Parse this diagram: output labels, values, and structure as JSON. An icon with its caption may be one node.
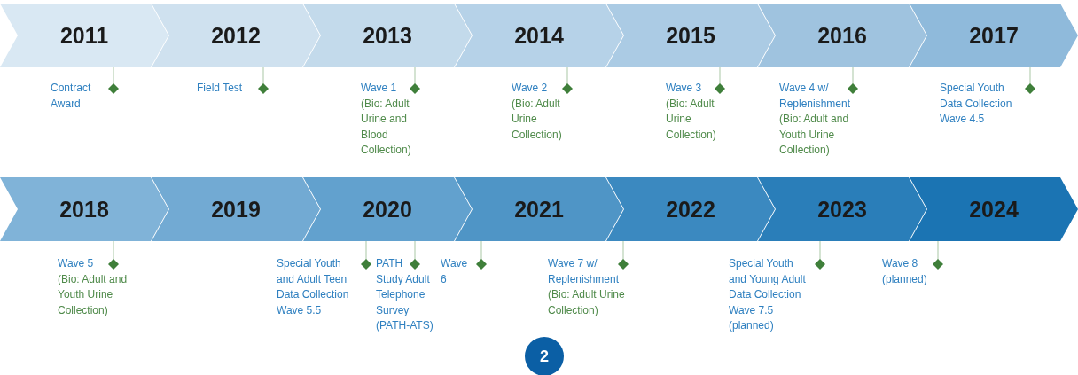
{
  "diagram": {
    "nodes": [
      {
        "text": [
          "2011"
        ]
      },
      {
        "text": [
          "2012"
        ]
      },
      {
        "text": [
          "2013"
        ]
      },
      {
        "text": [
          "2014"
        ]
      },
      {
        "text": [
          "2015"
        ]
      },
      {
        "text": [
          "2016"
        ]
      },
      {
        "text": [
          "2017"
        ]
      },
      {
        "text": [
          "2018"
        ]
      },
      {
        "text": [
          "2019"
        ]
      },
      {
        "text": [
          "2020"
        ]
      },
      {
        "text": [
          "2021"
        ]
      },
      {
        "text": [
          "2022"
        ]
      },
      {
        "text": [
          "2023"
        ]
      },
      {
        "text": [
          "2024"
        ]
      },
      {
        "text": [
          "Contract Award"
        ]
      },
      {
        "text": [
          "Field Test"
        ]
      },
      {
        "text": [
          "Wave 1",
          "(Bio: Adult Urine and Blood Collection)"
        ]
      },
      {
        "text": [
          "Wave 2",
          "(Bio: Adult Urine Collection)"
        ]
      },
      {
        "text": [
          "Wave 3",
          "(Bio: Adult Urine Collection)"
        ]
      },
      {
        "text": [
          "Wave 4 w/ Replenishment",
          "(Bio: Adult and Youth Urine Collection)"
        ]
      },
      {
        "text": [
          "Special Youth Data Collection Wave 4.5"
        ]
      },
      {
        "text": [
          "Wave 5",
          "(Bio: Adult and Youth Urine Collection)"
        ]
      },
      {
        "text": [
          "Special Youth and Adult Teen Data Collection Wave 5.5"
        ]
      },
      {
        "text": [
          "PATH Study Adult Telephone Survey (PATH-ATS)"
        ]
      },
      {
        "text": [
          "Wave 6"
        ]
      },
      {
        "text": [
          "Wave 7 w/ Replenishment",
          "(Bio: Adult Urine Collection)"
        ]
      },
      {
        "text": [
          "Special Youth and Young Adult Data Collection Wave 7.5 (planned)"
        ]
      },
      {
        "text": [
          "Wave 8 (planned)"
        ]
      }
    ],
    "edges": [
      {
        "from": 14,
        "to": 0,
        "arrow": "other"
      },
      {
        "from": 15,
        "to": 1,
        "arrow": "other"
      },
      {
        "from": 16,
        "to": 2,
        "arrow": "other"
      },
      {
        "from": 17,
        "to": 3,
        "arrow": "other"
      },
      {
        "from": 18,
        "to": 4,
        "arrow": "other"
      },
      {
        "from": 19,
        "to": 5,
        "arrow": "other"
      },
      {
        "from": 20,
        "to": 6,
        "arrow": "other"
      },
      {
        "from": 21,
        "to": 7,
        "arrow": "other"
      },
      {
        "from": 22,
        "to": 9,
        "arrow": "other"
      },
      {
        "from": 23,
        "to": 9,
        "arrow": "other"
      },
      {
        "from": 24,
        "to": 10,
        "arrow": "other"
      },
      {
        "from": 25,
        "to": 11,
        "arrow": "other"
      },
      {
        "from": 26,
        "to": 12,
        "arrow": "other"
      },
      {
        "from": 27,
        "to": 13,
        "arrow": "other"
      }
    ],
    "labels": [
      "2"
    ]
  }
}
